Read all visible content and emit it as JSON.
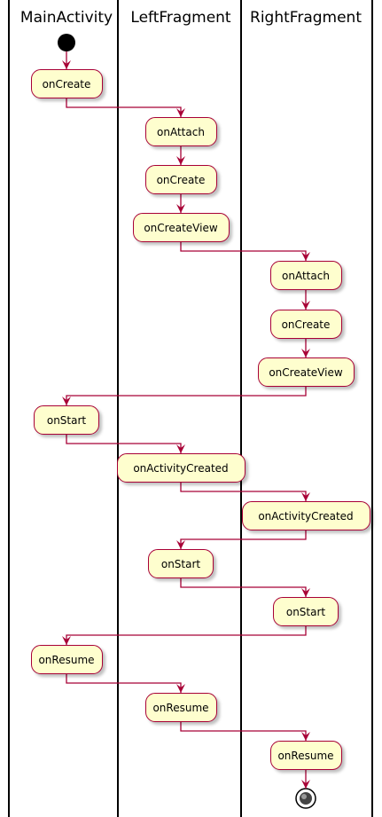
{
  "lanes": [
    {
      "id": "main",
      "title": "MainActivity"
    },
    {
      "id": "left",
      "title": "LeftFragment"
    },
    {
      "id": "right",
      "title": "RightFragment"
    }
  ],
  "steps": [
    {
      "lane": "main",
      "label": "onCreate"
    },
    {
      "lane": "left",
      "label": "onAttach"
    },
    {
      "lane": "left",
      "label": "onCreate"
    },
    {
      "lane": "left",
      "label": "onCreateView"
    },
    {
      "lane": "right",
      "label": "onAttach"
    },
    {
      "lane": "right",
      "label": "onCreate"
    },
    {
      "lane": "right",
      "label": "onCreateView"
    },
    {
      "lane": "main",
      "label": "onStart"
    },
    {
      "lane": "left",
      "label": "onActivityCreated"
    },
    {
      "lane": "right",
      "label": "onActivityCreated"
    },
    {
      "lane": "left",
      "label": "onStart"
    },
    {
      "lane": "right",
      "label": "onStart"
    },
    {
      "lane": "main",
      "label": "onResume"
    },
    {
      "lane": "left",
      "label": "onResume"
    },
    {
      "lane": "right",
      "label": "onResume"
    }
  ],
  "colors": {
    "node_fill": "#FEFECE",
    "node_border": "#A80036",
    "arrow": "#A80036",
    "lane_line": "#000000"
  }
}
